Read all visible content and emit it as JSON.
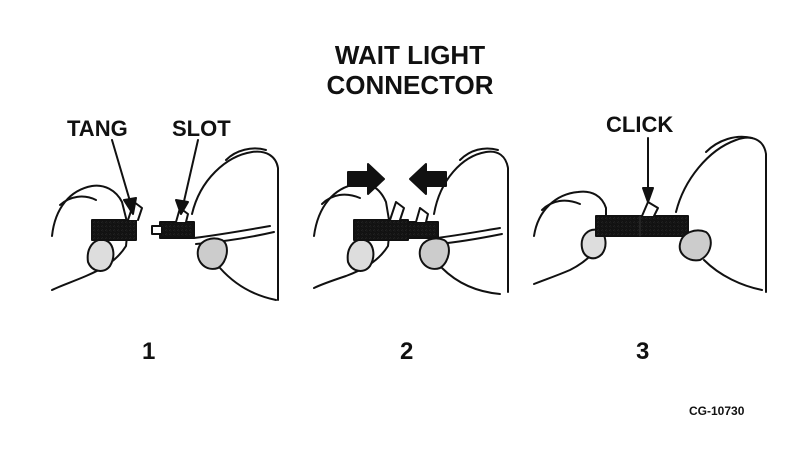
{
  "title": {
    "line1": "WAIT LIGHT",
    "line2": "CONNECTOR"
  },
  "labels": {
    "tang": "TANG",
    "slot": "SLOT",
    "click": "CLICK"
  },
  "steps": [
    "1",
    "2",
    "3"
  ],
  "figure_code": "CG-10730"
}
